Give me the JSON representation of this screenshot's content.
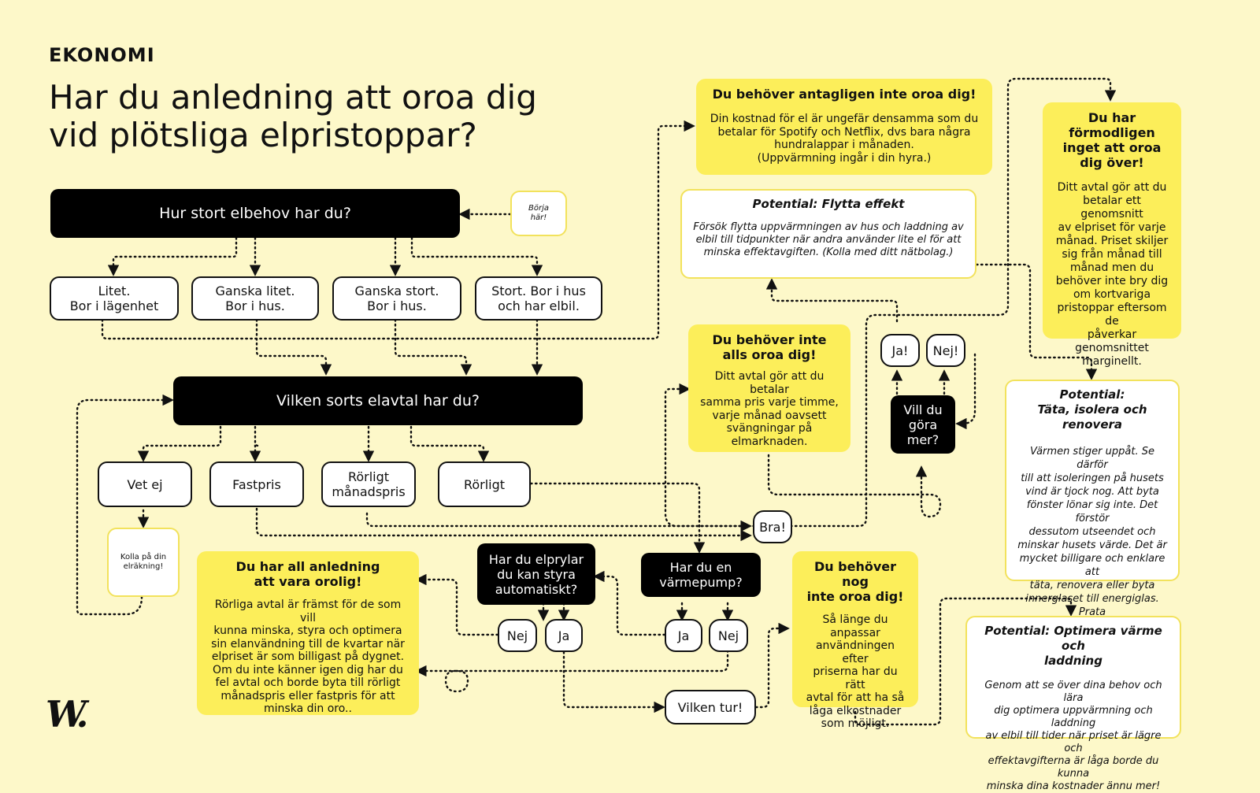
{
  "header": {
    "section": "EKONOMI",
    "title": "Har du anledning att oroa dig\nvid plötsliga elpristoppar?"
  },
  "logo": {
    "text": "W."
  },
  "start": {
    "label": "Börja\nhär!"
  },
  "q1": {
    "question": "Hur stort elbehov har du?",
    "answers": [
      "Litet.\nBor i lägenhet",
      "Ganska litet.\nBor i hus.",
      "Ganska stort.\nBor i hus.",
      "Stort. Bor i hus\noch har elbil."
    ]
  },
  "q2": {
    "question": "Vilken sorts elavtal har du?",
    "answers": [
      "Vet ej",
      "Fastpris",
      "Rörligt\nmånadspris",
      "Rörligt"
    ]
  },
  "check_bill": {
    "label": "Kolla på din\nelräkning!"
  },
  "q3": {
    "question": "Har du elprylar\ndu kan styra\nautomatiskt?",
    "no": "Nej",
    "yes": "Ja"
  },
  "q4": {
    "question": "Har du en\nvärmepump?",
    "yes": "Ja",
    "no": "Nej"
  },
  "q5": {
    "question": "Vill du\ngöra\nmer?",
    "yes": "Ja!",
    "no": "Nej!"
  },
  "bra": {
    "label": "Bra!"
  },
  "lucky": {
    "label": "Vilken tur!"
  },
  "outcomes": {
    "worried": {
      "title": "Du har all anledning\natt vara orolig!",
      "body": "Rörliga avtal är främst för de som vill\nkunna minska, styra och optimera\nsin elanvändning till de kvartar när\nelpriset är som billigast på dygnet.\nOm du inte känner igen dig har du\nfel avtal och borde byta till rörligt\nmånadspris eller fastpris för att\nminska din oro.."
    },
    "probably_not": {
      "title": "Du behöver antagligen inte oroa dig!",
      "body": "Din kostnad för el är ungefär densamma som du\nbetalar för Spotify och Netflix, dvs bara några\nhundralappar i månaden.\n(Uppvärmning ingår i din hyra.)"
    },
    "not_at_all": {
      "title": "Du behöver inte\nalls oroa dig!",
      "body": "Ditt avtal gör att du betalar\nsamma pris varje timme,\nvarje månad oavsett\nsvängningar på\nelmarknaden."
    },
    "probably_nothing": {
      "title": "Du har\nförmodligen\ninget att oroa\ndig över!",
      "body": "Ditt avtal gör att du\nbetalar ett genomsnitt\nav elpriset för varje\nmånad. Priset skiljer\nsig från månad till\nmånad men du\nbehöver inte bry dig\nom kortvariga\npristoppar eftersom de\npåverkar genomsnittet\nmarginellt."
    },
    "not_really": {
      "title": "Du behöver nog\ninte oroa dig!",
      "body": "Så länge du\nanpassar\nanvändningen efter\npriserna har du rätt\navtal för att ha så\nlåga elkostnader\nsom möjligt."
    }
  },
  "potentials": {
    "move_power": {
      "title": "Potential: Flytta effekt",
      "body": "Försök flytta uppvärmningen av hus och laddning av\nelbil till tidpunkter när andra använder lite el för att\nminska effektavgiften. (Kolla med ditt nätbolag.)"
    },
    "insulate": {
      "title": "Potential:\nTäta, isolera och renovera",
      "body": "Värmen stiger uppåt. Se därför\ntill att isoleringen på husets\nvind är tjock nog. Att byta\nfönster lönar sig inte. Det förstör\ndessutom utseendet och\nminskar husets värde. Det är\nmycket billigare och enklare att\ntäta, renovera eller byta\ninnerglaset till energiglas. Prata\nmed en fönsterrenoverare om du\ninte vill göra det själv."
    },
    "optimize": {
      "title": "Potential: Optimera värme och\nladdning",
      "body": "Genom att se över dina behov och lära\ndig optimera uppvärmning och laddning\nav elbil till tider när priset är lägre och\neffektavgifterna är låga borde du kunna\nminska dina kostnader ännu mer!"
    }
  }
}
